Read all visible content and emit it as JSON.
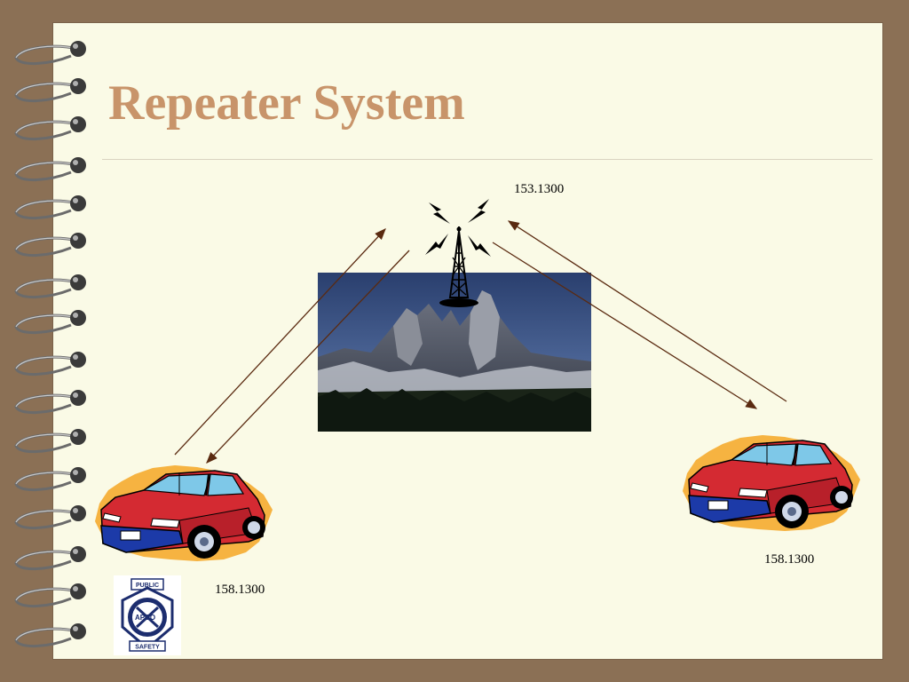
{
  "slide": {
    "title": "Repeater System"
  },
  "frequencies": {
    "repeater_output": "153.1300",
    "left_car_input": "158.1300",
    "right_car_input": "158.1300"
  },
  "logo": {
    "top_text": "PUBLIC",
    "letters": "APCO",
    "bottom_text": "SAFETY"
  },
  "colors": {
    "background": "#8b7055",
    "page": "#fafae6",
    "title": "#c8946a",
    "arrow": "#5a2a10",
    "car_body": "#d42a32",
    "car_bumper": "#1c3aa8",
    "burst": "#f5a623"
  }
}
